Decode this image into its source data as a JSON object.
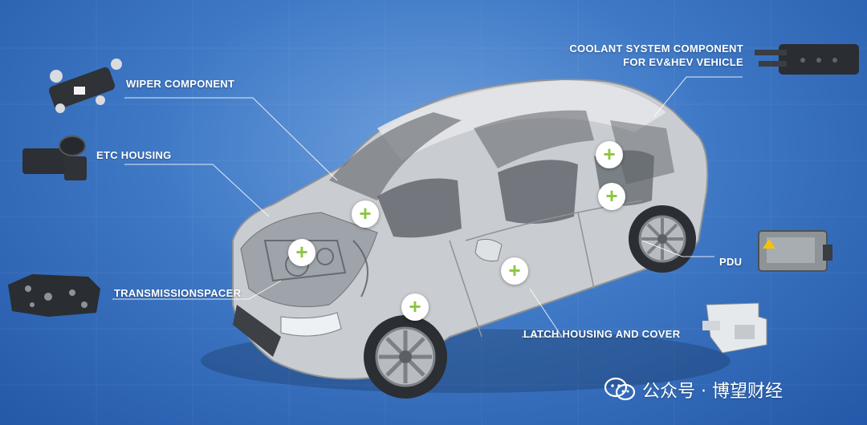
{
  "labels": {
    "coolant": [
      "COOLANT SYSTEM COMPONENT",
      "FOR EV&HEV VEHICLE"
    ],
    "wiper": "WIPER COMPONENT",
    "etc": "ETC HOUSING",
    "transmission": "TRANSMISSIONSPACER",
    "pdu": "PDU",
    "latch": "LATCH HOUSING AND COVER"
  },
  "hotspot_symbol": "+",
  "watermark": {
    "text": "公众号 · 博望财经",
    "icon": "wechat-icon"
  },
  "colors": {
    "background": "#3f79c6",
    "hotspot": "#ffffff",
    "plus": "#8cc63f",
    "text": "#ffffff"
  }
}
